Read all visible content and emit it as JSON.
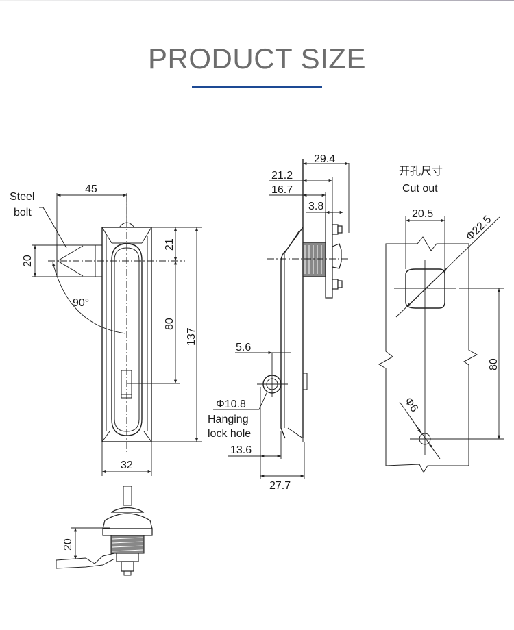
{
  "header": {
    "title": "PRODUCT SIZE",
    "accent_color": "#1d4a94"
  },
  "front_view": {
    "label_steel_bolt_line1": "Steel",
    "label_steel_bolt_line2": "bolt",
    "dim_width_to_center": "45",
    "dim_bolt_height": "20",
    "dim_angle": "90°",
    "dim_top_to_center": "21",
    "dim_center_to_keyhole": "80",
    "dim_total_height": "137",
    "dim_width": "32"
  },
  "side_view": {
    "dim_overall_depth_top": "29.4",
    "dim_depth_21": "21.2",
    "dim_depth_16": "16.7",
    "dim_plate": "3.8",
    "dim_offset": "5.6",
    "dim_hole_diameter": "Φ10.8",
    "label_hanging_line1": "Hanging",
    "label_hanging_line2": "lock hole",
    "dim_hole_offset": "13.6",
    "dim_overall_depth_bottom": "27.7"
  },
  "cutout": {
    "title_cn": "开孔尺寸",
    "title_en": "Cut out",
    "dim_width": "20.5",
    "dim_diameter": "Φ22.5",
    "dim_spacing": "80",
    "dim_small_hole": "Φ6"
  },
  "bottom_view": {
    "dim_cam_height": "20"
  }
}
